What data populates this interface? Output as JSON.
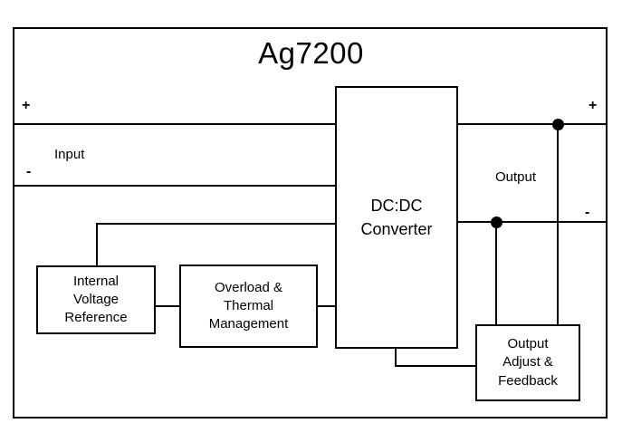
{
  "diagram": {
    "title": "Ag7200",
    "input": {
      "plus": "+",
      "label": "Input",
      "minus": "-"
    },
    "output": {
      "plus": "+",
      "label": "Output",
      "minus": "-"
    },
    "blocks": {
      "dcdc": "DC:DC\nConverter",
      "internal_ref": "Internal\nVoltage\nReference",
      "overload": "Overload &\nThermal\nManagement",
      "feedback": "Output\nAdjust &\nFeedback"
    }
  }
}
